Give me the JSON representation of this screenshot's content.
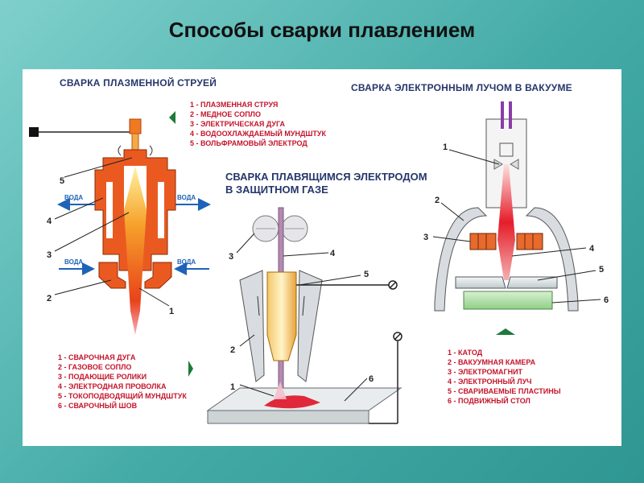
{
  "title": "Способы сварки плавлением",
  "plasma": {
    "heading": "СВАРКА ПЛАЗМЕННОЙ СТРУЕЙ",
    "legend": [
      "1 - ПЛАЗМЕННАЯ СТРУЯ",
      "2 - МЕДНОЕ СОПЛО",
      "3 - ЭЛЕКТРИЧЕСКАЯ ДУГА",
      "4 - ВОДООХЛАЖДАЕМЫЙ МУНДШТУК",
      "5 - ВОЛЬФРАМОВЫЙ ЭЛЕКТРОД"
    ],
    "water_label": "ВОДА",
    "numbers": [
      "1",
      "2",
      "3",
      "4",
      "5"
    ]
  },
  "gas": {
    "heading_line1": "СВАРКА ПЛАВЯЩИМСЯ ЭЛЕКТРОДОМ",
    "heading_line2": "В ЗАЩИТНОМ ГАЗЕ",
    "legend": [
      "1 - СВАРОЧНАЯ ДУГА",
      "2 - ГАЗОВОЕ СОПЛО",
      "3 - ПОДАЮЩИЕ РОЛИКИ",
      "4 - ЭЛЕКТРОДНАЯ ПРОВОЛКА",
      "5 - ТОКОПОДВОДЯЩИЙ МУНДШТУК",
      "6 - СВАРОЧНЫЙ ШОВ"
    ],
    "numbers": [
      "1",
      "2",
      "3",
      "4",
      "5",
      "6"
    ]
  },
  "electron": {
    "heading": "СВАРКА ЭЛЕКТРОННЫМ ЛУЧОМ В ВАКУУМЕ",
    "legend": [
      "1 - КАТОД",
      "2 - ВАКУУМНАЯ КАМЕРА",
      "3 - ЭЛЕКТРОМАГНИТ",
      "4 - ЭЛЕКТРОННЫЙ ЛУЧ",
      "5 - СВАРИВАЕМЫЕ ПЛАСТИНЫ",
      "6 - ПОДВИЖНЫЙ СТОЛ"
    ],
    "numbers": [
      "1",
      "2",
      "3",
      "4",
      "5",
      "6"
    ]
  },
  "colors": {
    "heading": "#25376b",
    "legend": "#c4142b",
    "nozzle": "#e8501c",
    "arrow_blue": "#1e63b8",
    "flame": "#f2a12a",
    "marker_green": "#1e7a3a"
  }
}
